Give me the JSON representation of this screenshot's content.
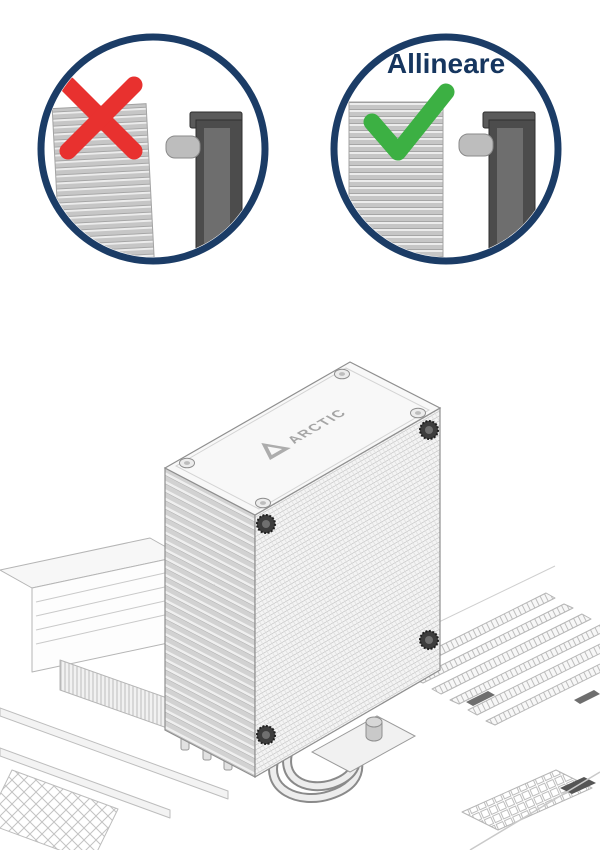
{
  "page": {
    "background": "#ffffff",
    "type": "installation-manual-illustration"
  },
  "callouts": {
    "wrong": {
      "icon": "red-x-icon",
      "icon_color": "#e8312f"
    },
    "correct": {
      "label": "Allineare",
      "icon": "green-check-icon",
      "icon_color": "#3cb043"
    }
  },
  "cooler": {
    "brand": "ARCTIC"
  },
  "colors": {
    "circle_border": "#1b3c66",
    "label_text": "#16365f",
    "line_art": "#8f8f8f",
    "fin_gray": "#c6c6c6",
    "fan_dark": "#4c4c4c"
  }
}
